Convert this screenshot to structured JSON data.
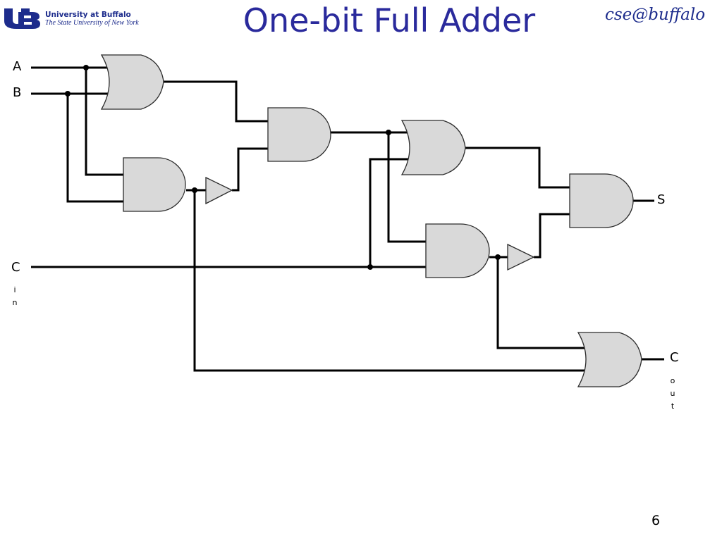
{
  "header": {
    "logo_name": "University at Buffalo",
    "logo_subtitle": "The State University of New York",
    "title": "One-bit Full Adder",
    "brand": "cse@buffalo"
  },
  "circuit": {
    "inputs": {
      "a": "A",
      "b": "B",
      "c_in_main": "C",
      "c_in_sub": [
        "i",
        "n"
      ]
    },
    "outputs": {
      "sum": "S",
      "c_out_main": "C",
      "c_out_sub": [
        "o",
        "u",
        "t"
      ]
    },
    "gates": [
      "OR",
      "AND",
      "NOT",
      "AND",
      "OR",
      "AND",
      "NOT",
      "AND",
      "OR"
    ]
  },
  "footer": {
    "page_number": "6"
  }
}
